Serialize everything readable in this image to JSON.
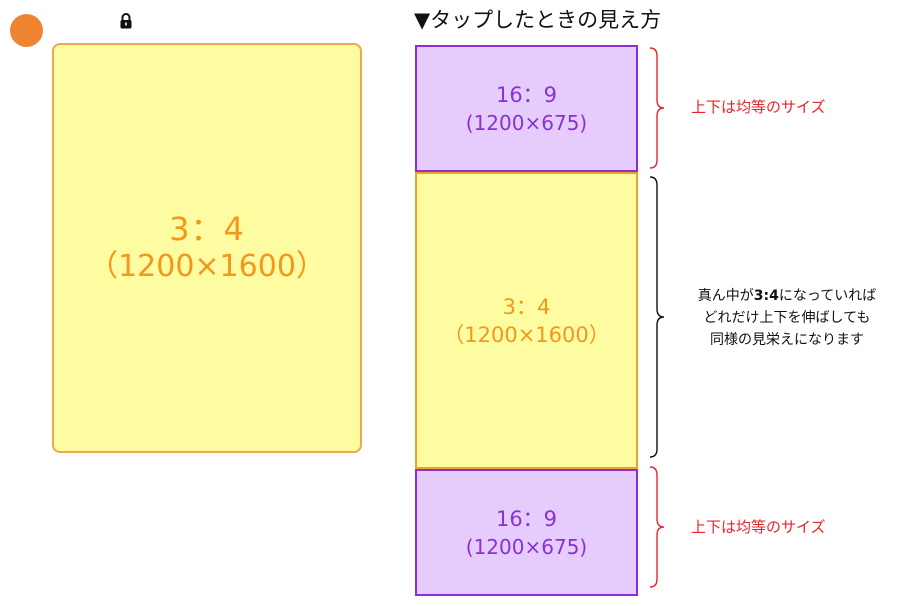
{
  "left_card": {
    "ratio": "3：4",
    "size": "（1200×1600）"
  },
  "title": "▼タップしたときの見え方",
  "top_box": {
    "ratio": "16：9",
    "size": "(1200×675)"
  },
  "middle_box": {
    "ratio": "3：4",
    "size": "（1200×1600）"
  },
  "bottom_box": {
    "ratio": "16：9",
    "size": "(1200×675)"
  },
  "notes": {
    "top": "上下は均等のサイズ",
    "bottom": "上下は均等のサイズ",
    "middle_line1_before": "真ん中が",
    "middle_line1_bold": "3:4",
    "middle_line1_after": "になっていれば",
    "middle_line2": "どれだけ上下を伸ばしても",
    "middle_line3": "同様の見栄えになります"
  },
  "icons": {
    "dot": "orange-dot-icon",
    "lock": "lock-icon"
  },
  "colors": {
    "orange_dot": "#ee8332",
    "yellow_fill": "#fdfca0",
    "orange_text": "#f5961e",
    "purple_fill": "#e6ccfc",
    "purple_text": "#8a30d8",
    "red_text": "#e8242c"
  }
}
